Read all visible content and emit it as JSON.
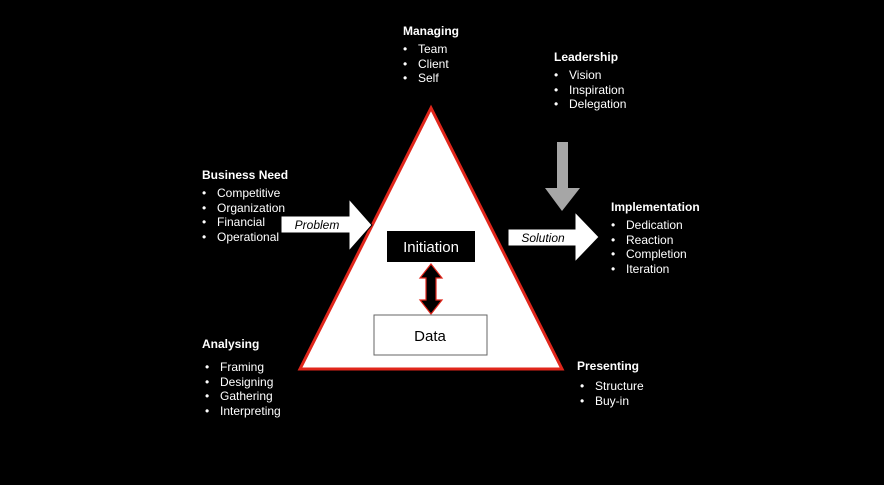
{
  "managing": {
    "title": "Managing",
    "items": [
      "Team",
      "Client",
      "Self"
    ]
  },
  "leadership": {
    "title": "Leadership",
    "items": [
      "Vision",
      "Inspiration",
      "Delegation"
    ]
  },
  "business_need": {
    "title": "Business Need",
    "items": [
      "Competitive",
      "Organization",
      "Financial",
      "Operational"
    ]
  },
  "implementation": {
    "title": "Implementation",
    "items": [
      "Dedication",
      "Reaction",
      "Completion",
      "Iteration"
    ]
  },
  "analysing": {
    "title": "Analysing",
    "items": [
      "Framing",
      "Designing",
      "Gathering",
      "Interpreting"
    ]
  },
  "presenting": {
    "title": "Presenting",
    "items": [
      "Structure",
      "Buy-in"
    ]
  },
  "arrows": {
    "problem": "Problem",
    "solution": "Solution"
  },
  "center": {
    "initiation": "Initiation",
    "data": "Data"
  },
  "colors": {
    "background": "#000000",
    "triangle_fill": "#ffffff",
    "triangle_stroke": "#e0261b",
    "leadership_arrow": "#a6a6a6"
  }
}
